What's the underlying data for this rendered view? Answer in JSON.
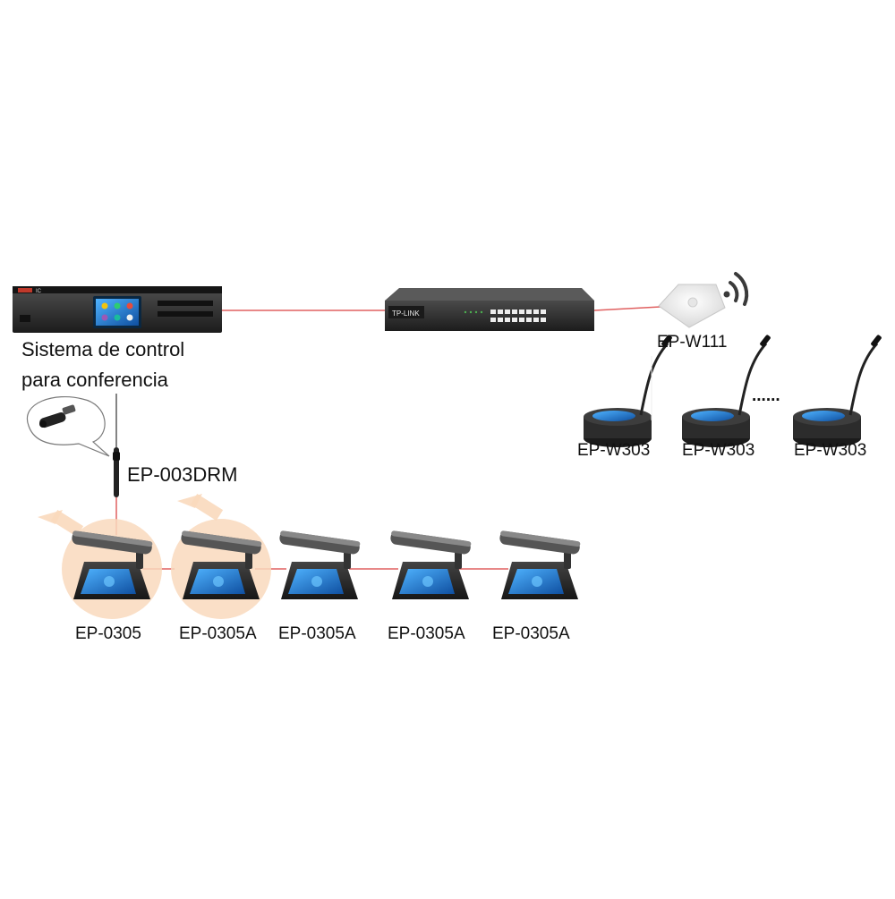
{
  "labels": {
    "control_line1": "Sistema de control",
    "control_line2": "para conferencia",
    "ap": "EP-W111",
    "wireless": [
      "EP-W303",
      "EP-W303",
      "EP-W303"
    ],
    "wireless_ellipsis": "......",
    "cable": "EP-003DRM",
    "wired": [
      "EP-0305",
      "EP-0305A",
      "EP-0305A",
      "EP-0305A",
      "EP-0305A"
    ]
  },
  "device_text": {
    "control_brand": "IC",
    "switch_brand": "TP-LINK"
  },
  "colors": {
    "link": "#e06060",
    "highlight": "#f9d9bd",
    "rack": "#2a2a2a",
    "screen": "#1e73c8",
    "device_base": "#2b2b2b"
  },
  "icons": {
    "connector": "cable-connector-icon",
    "wifi": "wifi-signal-icon"
  }
}
